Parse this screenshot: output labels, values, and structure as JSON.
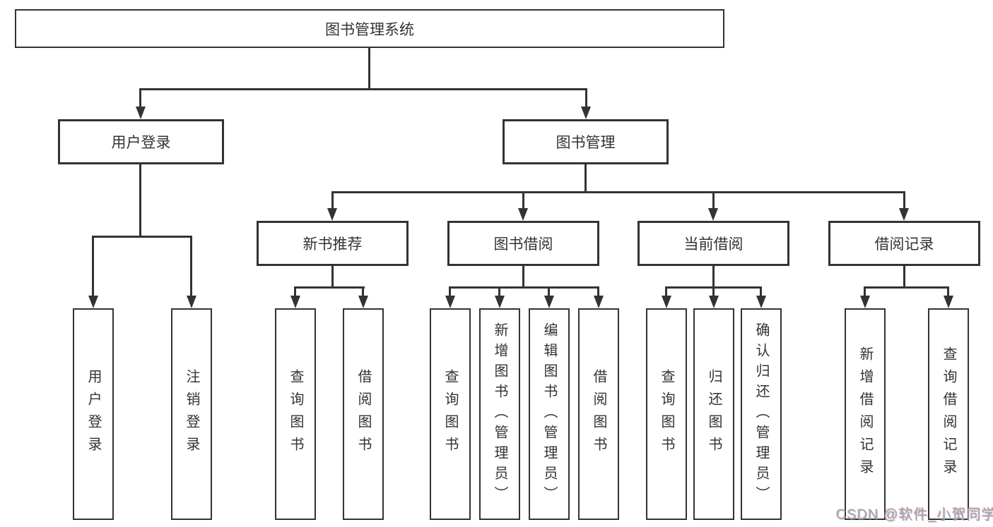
{
  "tree": {
    "root": {
      "label": "图书管理系统",
      "children": [
        {
          "label": "用户登录",
          "children": [
            {
              "label": "用户登录"
            },
            {
              "label": "注销登录"
            }
          ]
        },
        {
          "label": "图书管理",
          "children": [
            {
              "label": "新书推荐",
              "children": [
                {
                  "label": "查询图书"
                },
                {
                  "label": "借阅图书"
                }
              ]
            },
            {
              "label": "图书借阅",
              "children": [
                {
                  "label": "查询图书"
                },
                {
                  "label": "新增图书（管理员）"
                },
                {
                  "label": "编辑图书（管理员）"
                },
                {
                  "label": "借阅图书"
                }
              ]
            },
            {
              "label": "当前借阅",
              "children": [
                {
                  "label": "查询图书"
                },
                {
                  "label": "归还图书"
                },
                {
                  "label": "确认归还（管理员）"
                }
              ]
            },
            {
              "label": "借阅记录",
              "children": [
                {
                  "label": "新增借阅记录"
                },
                {
                  "label": "查询借阅记录"
                }
              ]
            }
          ]
        }
      ]
    }
  },
  "watermark": {
    "text": "CSDN @软件_小贺同学"
  },
  "colors": {
    "line": "#333333",
    "text": "#333333",
    "box_background": "#ffffff",
    "watermark": "#a2a2a8"
  }
}
